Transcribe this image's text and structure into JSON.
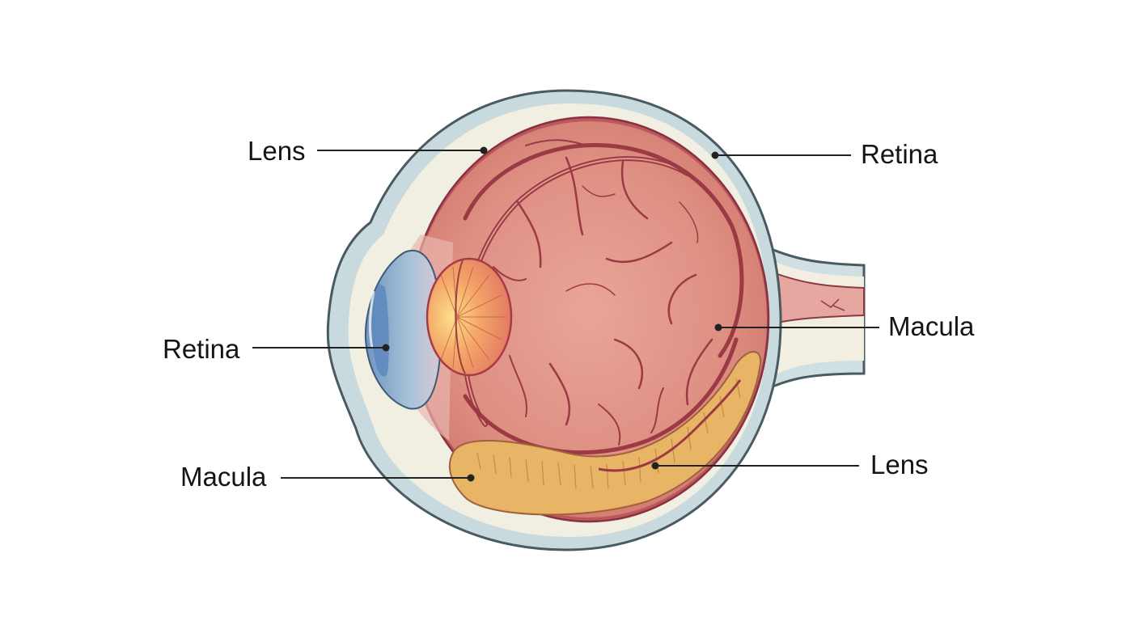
{
  "labels": {
    "top_left": "Lens",
    "top_right": "Retina",
    "mid_left": "Retina",
    "mid_right": "Macula",
    "bottom_left": "Macula",
    "bottom_right": "Lens"
  },
  "colors": {
    "sclera": "#c9dade",
    "sclera_outline": "#4a5a62",
    "choroid": "#b9595c",
    "vitreous": "#dc8d80",
    "vessel": "#9b3a44",
    "iris": "#f0a068",
    "cornea": "#8fb1d0",
    "fat_pad": "#e8b466",
    "optic_nerve": "#e6a7a0",
    "leader": "#222222"
  }
}
